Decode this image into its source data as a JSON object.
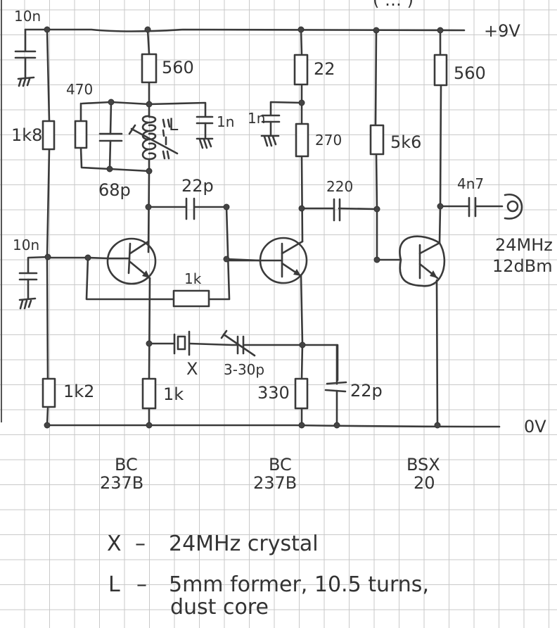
{
  "diagram": {
    "title_partial": "( … )",
    "rails": {
      "positive": "+9V",
      "ground": "0V"
    },
    "components": {
      "c_decouple_top": "10n",
      "c_decouple_base": "10n",
      "r_bias_top": "1k8",
      "r_bias_bottom": "1k2",
      "r_tank_shunt": "470",
      "c_tank": "68p",
      "inductor": "L",
      "r_collector1": "560",
      "c_collector1_decouple": "1n",
      "c_couple1": "22p",
      "r_feedback": "1k",
      "r_emitter1": "1k",
      "crystal": "X",
      "trimmer": "3-30p",
      "r_collector2_a": "22",
      "c_collector2_decouple": "1n",
      "r_collector2_b": "270",
      "c_couple2": "220",
      "r_emitter2": "330",
      "c_emitter2": "22p",
      "r_bias3": "5k6",
      "r_collector3": "560",
      "c_output": "4n7",
      "output_freq": "24MHz",
      "output_level": "12dBm"
    },
    "transistors": [
      {
        "line1": "BC",
        "line2": "237B"
      },
      {
        "line1": "BC",
        "line2": "237B"
      },
      {
        "line1": "BSX",
        "line2": "20"
      }
    ],
    "notes": [
      {
        "key": "X",
        "dash": "–",
        "text": "24MHz crystal"
      },
      {
        "key": "L",
        "dash": "–",
        "text": "5mm former, 10.5 turns,",
        "continuation": "dust core"
      }
    ]
  }
}
